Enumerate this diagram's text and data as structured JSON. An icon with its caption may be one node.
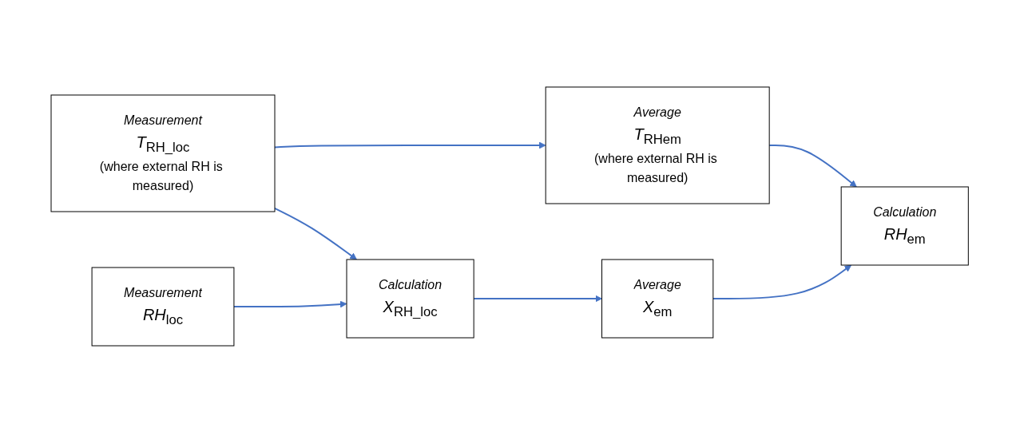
{
  "diagram": {
    "nodes": [
      {
        "text": [
          "Measurement",
          "*T*$_{RH_loc}$",
          "(where external RH is measured)"
        ]
      },
      {
        "text": [
          "Average",
          "*T*$_{RHem}$",
          "(where external RH is measured)"
        ]
      },
      {
        "text": [
          "Calculation",
          "*RH*$_{em}$"
        ]
      },
      {
        "text": [
          "Measurement",
          "*RH*$_{loc}$"
        ]
      },
      {
        "text": [
          "Calculation",
          "*X*$_{RH_loc}$"
        ]
      },
      {
        "text": [
          "Average",
          "*X*$_{em}$"
        ]
      }
    ],
    "edges": [
      {
        "from": 0,
        "to": 1,
        "arrow": "to"
      },
      {
        "from": 0,
        "to": 4,
        "arrow": "to"
      },
      {
        "from": 1,
        "to": 2,
        "arrow": "to"
      },
      {
        "from": 3,
        "to": 4,
        "arrow": "to"
      },
      {
        "from": 4,
        "to": 5,
        "arrow": "to"
      },
      {
        "from": 5,
        "to": 2,
        "arrow": "to"
      }
    ]
  }
}
